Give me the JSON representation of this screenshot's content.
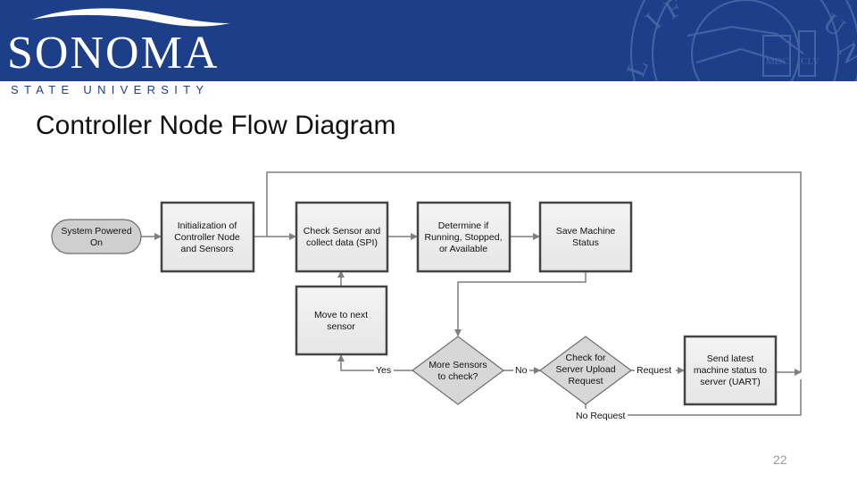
{
  "header": {
    "logo_wordmark": "SONOMA",
    "logo_subtitle": "STATE UNIVERSITY",
    "seal_text": "LIFORNIA ... UNI ... MDC ... CLV"
  },
  "slide": {
    "title": "Controller Node Flow Diagram",
    "page_number": "22"
  },
  "diagram": {
    "nodes": {
      "start": [
        "System Powered",
        "On"
      ],
      "init": [
        "Initialization of",
        "Controller Node",
        "and Sensors"
      ],
      "check": [
        "Check Sensor and",
        "collect data (SPI)"
      ],
      "determine": [
        "Determine if",
        "Running, Stopped,",
        "or Available"
      ],
      "save": [
        "Save Machine",
        "Status"
      ],
      "next": [
        "Move to next",
        "sensor"
      ],
      "more": [
        "More Sensors",
        "to check?"
      ],
      "upload": [
        "Check for",
        "Server Upload",
        "Request"
      ],
      "send": [
        "Send latest",
        "machine status to",
        "server (UART)"
      ]
    },
    "edges": {
      "yes": "Yes",
      "no": "No",
      "request": "Request",
      "no_request": "No Request"
    }
  }
}
